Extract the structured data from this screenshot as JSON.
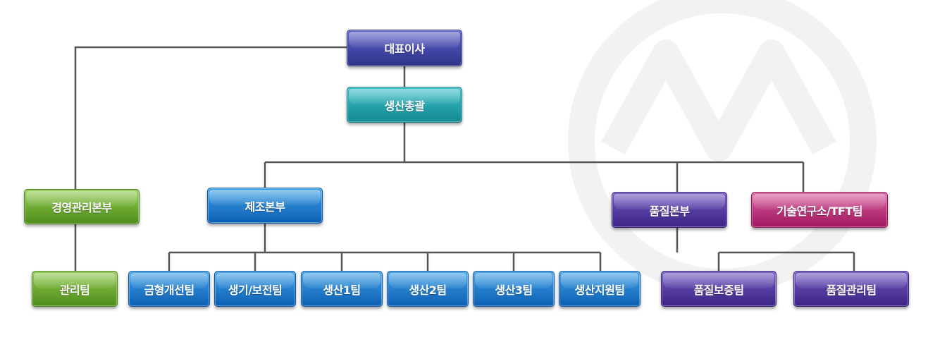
{
  "org_chart": {
    "ceo": "대표이사",
    "production_head": "생산총괄",
    "management": {
      "label": "경영관리본부",
      "teams": [
        "관리팀"
      ]
    },
    "manufacturing": {
      "label": "제조본부",
      "teams": [
        "금형개선팀",
        "생기/보전팀",
        "생산1팀",
        "생산2팀",
        "생산3팀",
        "생산지원팀"
      ]
    },
    "quality": {
      "label": "품질본부",
      "teams": [
        "품질보증팀",
        "품질관리팀"
      ]
    },
    "research": {
      "label": "기술연구소/TFT팀"
    }
  },
  "colors": {
    "line": "#555555",
    "navy": "#3a3d98",
    "teal": "#1d9aa3",
    "green": "#5f9e2a",
    "blue": "#1672c8",
    "purple": "#4a3196",
    "pink": "#b3226c"
  }
}
